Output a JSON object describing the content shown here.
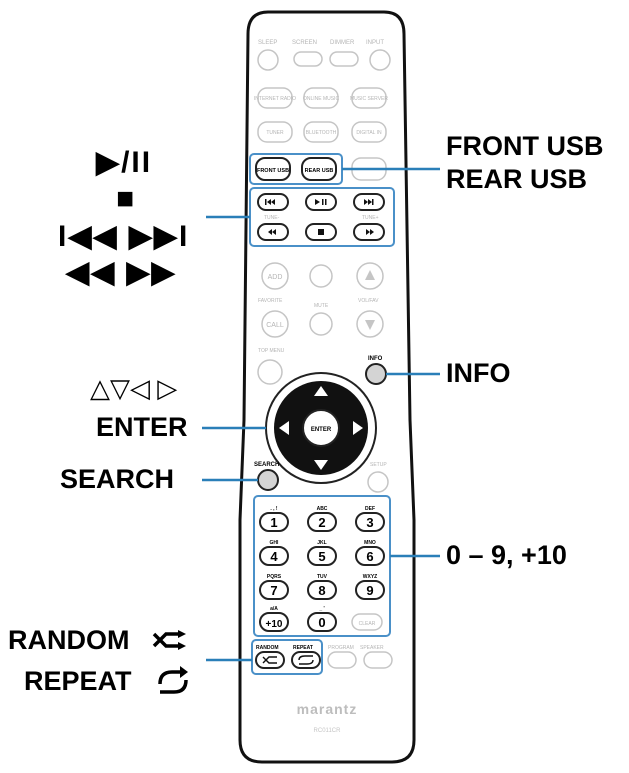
{
  "callouts": {
    "front_usb": "FRONT USB",
    "rear_usb": "REAR USB",
    "play_pause": "▶/II",
    "stop": "■",
    "skip": "I◀◀ ▶▶I",
    "search_ff": "◀◀ ▶▶",
    "cursor": "△▽◁ ▷",
    "enter": "ENTER",
    "search": "SEARCH",
    "info": "INFO",
    "numbers": "0 – 9, +10",
    "random": "RANDOM",
    "repeat": "REPEAT"
  },
  "remote": {
    "top_labels": [
      "SLEEP",
      "SCREEN",
      "DIMMER",
      "INPUT"
    ],
    "source_buttons": [
      "INTERNET RADIO",
      "ONLINE MUSIC",
      "MUSIC SERVER",
      "TUNER",
      "BLUETOOTH",
      "DIGITAL IN"
    ],
    "usb_buttons": [
      "FRONT USB",
      "REAR USB"
    ],
    "transport_labels": [
      "TUNE-",
      "TUNE+"
    ],
    "add": "ADD",
    "favorite": "FAVORITE",
    "mute": "MUTE",
    "vol": "VOL/FAV",
    "call": "CALL",
    "top_menu": "TOP MENU",
    "info_small": "INFO",
    "enter_small": "ENTER",
    "search_small": "SEARCH",
    "setup": "SETUP",
    "digits": [
      "1",
      "2",
      "3",
      "4",
      "5",
      "6",
      "7",
      "8",
      "9",
      "+10",
      "0"
    ],
    "digit_letters": [
      ". , !",
      "ABC",
      "DEF",
      "GHI",
      "JKL",
      "MNO",
      "PQRS",
      "TUV",
      "WXYZ",
      "a/A",
      "_ '"
    ],
    "clear": "CLEAR",
    "random_small": "RANDOM",
    "repeat_small": "REPEAT",
    "program": "PROGRAM",
    "speaker": "SPEAKER",
    "brand": "marantz",
    "model": "RC011CR"
  },
  "colors": {
    "callout_line": "#2a7fb8",
    "remote_outline": "#111111",
    "faded_button": "#c9c9c9",
    "highlight_box": "#4a90c8"
  }
}
